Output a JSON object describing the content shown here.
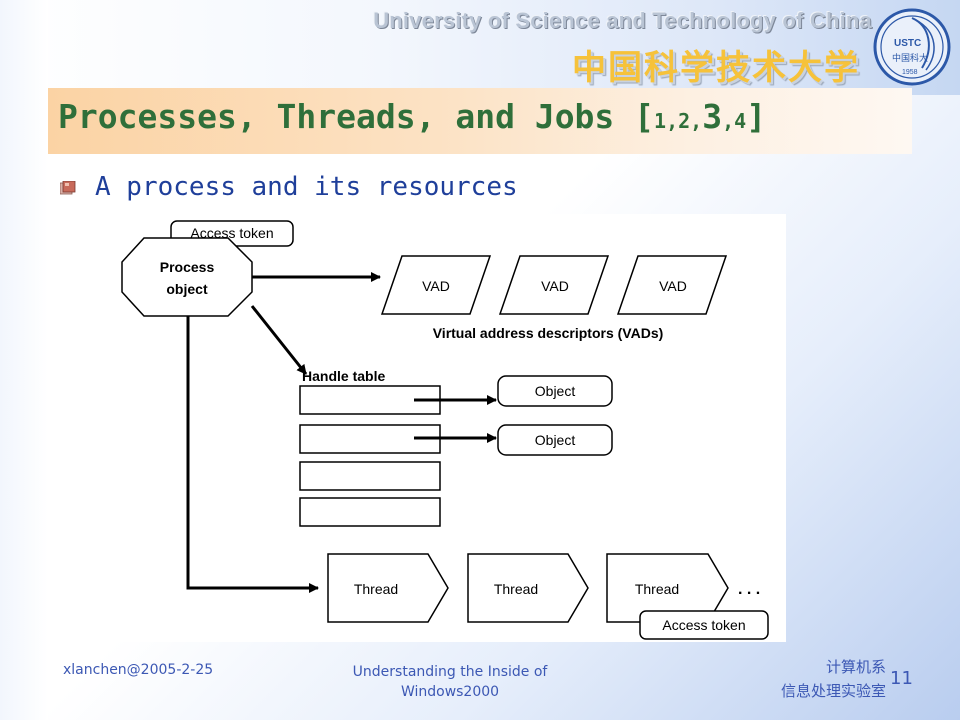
{
  "header": {
    "university_en": "University of Science and Technology of China",
    "university_cn": "中国科学技术大学",
    "logo_text_top": "USTC",
    "logo_text_mid": "中国科大",
    "logo_text_year": "1958"
  },
  "slide": {
    "title_main": "Processes, Threads, and Jobs [",
    "title_n1": "1",
    "title_sep1": ",",
    "title_n2": "2",
    "title_sep2": ",",
    "title_n3": "3",
    "title_sep3": ",",
    "title_n4": "4",
    "title_end": "]",
    "bullet": "A process and its resources"
  },
  "diagram": {
    "access_token_top": "Access token",
    "process_line1": "Process",
    "process_line2": "object",
    "vads": [
      "VAD",
      "VAD",
      "VAD"
    ],
    "vad_caption": "Virtual address descriptors (VADs)",
    "handle_table": "Handle table",
    "objects": [
      "Object",
      "Object"
    ],
    "threads": [
      "Thread",
      "Thread",
      "Thread"
    ],
    "ellipsis": ". . .",
    "access_token_bottom": "Access token"
  },
  "footer": {
    "author": "xlanchen@2005-2-25",
    "book_line1": "Understanding the Inside of",
    "book_line2": "Windows2000",
    "dept_line1": "计算机系",
    "dept_line2": "信息处理实验室",
    "page": "11"
  },
  "colors": {
    "title_green": "#2f6f3a",
    "body_blue": "#1f3f9a",
    "footer_blue": "#3c58b4",
    "title_band": "#fbd3a4",
    "cn_gold": "#f6c23a"
  }
}
